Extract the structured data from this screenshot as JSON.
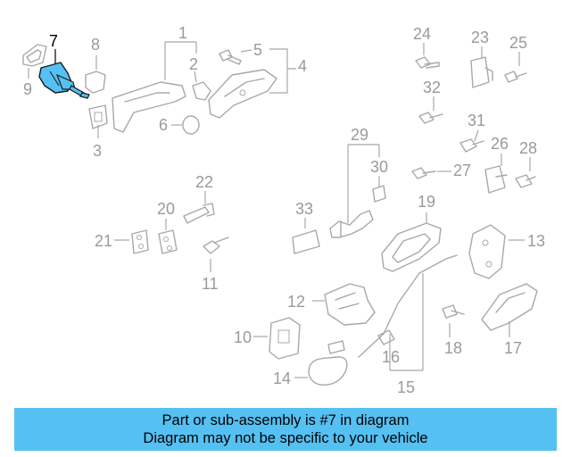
{
  "highlight_color": "#55c1f3",
  "callouts": [
    {
      "id": "7",
      "label": "7",
      "highlight": true
    },
    {
      "id": "1",
      "label": "1"
    },
    {
      "id": "2",
      "label": "2"
    },
    {
      "id": "3",
      "label": "3"
    },
    {
      "id": "4",
      "label": "4"
    },
    {
      "id": "5",
      "label": "5"
    },
    {
      "id": "6",
      "label": "6"
    },
    {
      "id": "8",
      "label": "8"
    },
    {
      "id": "9",
      "label": "9"
    },
    {
      "id": "10",
      "label": "10"
    },
    {
      "id": "11",
      "label": "11"
    },
    {
      "id": "12",
      "label": "12"
    },
    {
      "id": "13",
      "label": "13"
    },
    {
      "id": "14",
      "label": "14"
    },
    {
      "id": "15",
      "label": "15"
    },
    {
      "id": "16",
      "label": "16"
    },
    {
      "id": "17",
      "label": "17"
    },
    {
      "id": "18",
      "label": "18"
    },
    {
      "id": "19",
      "label": "19"
    },
    {
      "id": "20",
      "label": "20"
    },
    {
      "id": "21",
      "label": "21"
    },
    {
      "id": "22",
      "label": "22"
    },
    {
      "id": "23",
      "label": "23"
    },
    {
      "id": "24",
      "label": "24"
    },
    {
      "id": "25",
      "label": "25"
    },
    {
      "id": "26",
      "label": "26"
    },
    {
      "id": "27",
      "label": "27"
    },
    {
      "id": "28",
      "label": "28"
    },
    {
      "id": "29",
      "label": "29"
    },
    {
      "id": "30",
      "label": "30"
    },
    {
      "id": "31",
      "label": "31"
    },
    {
      "id": "32",
      "label": "32"
    },
    {
      "id": "33",
      "label": "33"
    }
  ],
  "banner": {
    "line1": "Part or sub-assembly is #7 in diagram",
    "line2": "Diagram may not be specific to your vehicle"
  }
}
